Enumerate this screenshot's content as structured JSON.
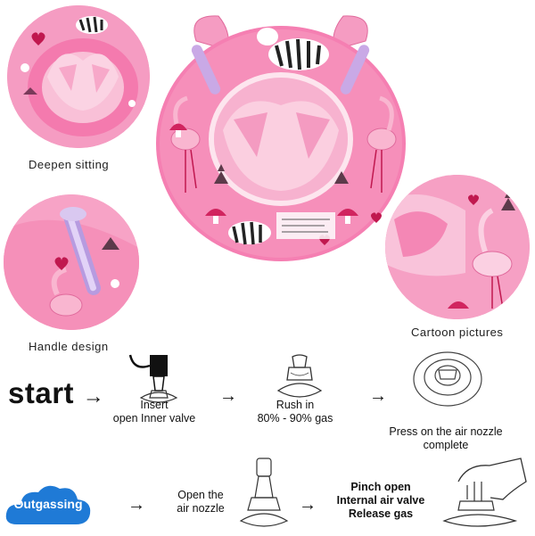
{
  "features": {
    "deepen_sitting": "Deepen sitting",
    "handle_design": "Handle design",
    "cartoon_pictures": "Cartoon pictures"
  },
  "inflate": {
    "start_label": "start",
    "start_arrow": "→",
    "step1": {
      "line1": "Insert",
      "line2": "open Inner valve"
    },
    "step2": {
      "line1": "Rush in",
      "line2": "80% - 90% gas"
    },
    "step3": {
      "line1": "Press on the air nozzle",
      "line2": "complete"
    }
  },
  "deflate": {
    "label": "Outgassing",
    "step1": {
      "line1": "Open the",
      "line2": "air nozzle"
    },
    "step2": {
      "line1": "Pinch open",
      "line2": "Internal air valve",
      "line3": "Release gas"
    }
  },
  "colors": {
    "pink": "#f27fb0",
    "light_pink": "#f9b6d0",
    "cloud_blue": "#1f7ad6"
  },
  "icons": [
    "zebra",
    "flamingo",
    "mushroom",
    "heart",
    "pump",
    "air-valve",
    "hand"
  ]
}
